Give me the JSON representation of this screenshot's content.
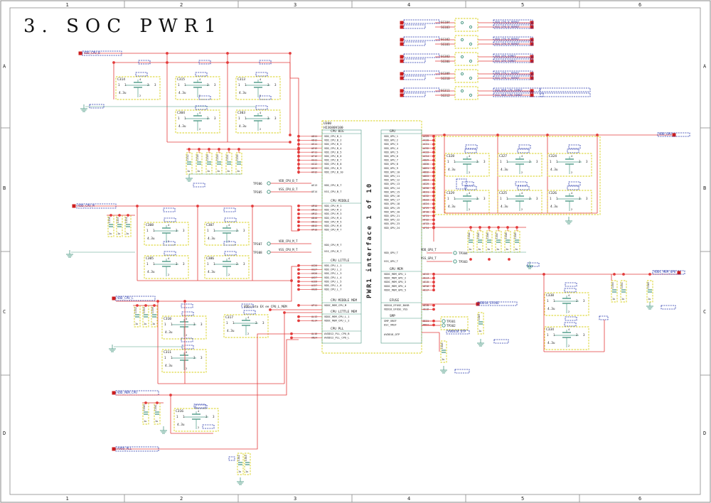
{
  "sheet": {
    "title": "3. SOC PWR1",
    "col_labels": [
      "1",
      "2",
      "3",
      "4",
      "5",
      "6"
    ],
    "row_labels": [
      "A",
      "B",
      "C",
      "D"
    ]
  },
  "colors": {
    "wire": "#e33b3b",
    "part": "#4d9a86",
    "dash": "#d8d21c",
    "net": "#2233aa",
    "text": "#222222",
    "frame": "#8a8a8a"
  },
  "chip": {
    "ref": "U300",
    "part": "HI3680V100",
    "interface": "PWR1 interface 1 of 10",
    "cpu_big_header": "CPU BIG",
    "cpu_big_pins": [
      "VDD_CPU_B_1",
      "VDD_CPU_B_2",
      "VDD_CPU_B_3",
      "VDD_CPU_B_4",
      "VDD_CPU_B_5",
      "VDD_CPU_B_6",
      "VDD_CPU_B_7",
      "VDD_CPU_B_8",
      "VDD_CPU_B_9",
      "VDD_CPU_B_10"
    ],
    "cpu_big_balls": [
      "AD11",
      "AD12",
      "AE11",
      "AE12",
      "AF11",
      "AF12",
      "AG11",
      "AG12",
      "AH11",
      "AH12"
    ],
    "cpu_big_sense": [
      "VDD_CPU_B_T",
      "VSS_CPU_B_T"
    ],
    "cpu_mid_header": "CPU MIDDLE",
    "cpu_mid_pins": [
      "VDD_CPU_M_1",
      "VDD_CPU_M_2",
      "VDD_CPU_M_3",
      "VDD_CPU_M_4",
      "VDD_CPU_M_5",
      "VDD_CPU_M_6",
      "VDD_CPU_M_7"
    ],
    "cpu_mid_balls": [
      "AM10",
      "AM11",
      "AM12",
      "AN10",
      "AN11",
      "AN12",
      "AP10"
    ],
    "cpu_mid_sense": [
      "VDD_CPU_M_T",
      "VSS_CPU_M_T"
    ],
    "cpu_little_header": "CPU LITTLE",
    "cpu_little_pins": [
      "VDD_CPU_L_1",
      "VDD_CPU_L_2",
      "VDD_CPU_L_3",
      "VDD_CPU_L_4",
      "VDD_CPU_L_5",
      "VDD_CPU_L_6",
      "VDD_CPU_L_7"
    ],
    "cpu_little_balls": [
      "AG26",
      "AG27",
      "AH26",
      "AH27",
      "AJ26",
      "AJ27",
      "AK26"
    ],
    "cpu_mid_mem_header": "CPU MIDDLE MEM",
    "cpu_mid_mem_pins": [
      "VDDC_MEM_CPU_M"
    ],
    "cpu_little_mem_header": "CPU LITTLE MEM",
    "cpu_little_mem_pins": [
      "VDDC_MEM_CPU_L_1",
      "VDDC_MEM_CPU_L_2"
    ],
    "cpu_pll_header": "CPU PLL",
    "cpu_pll_pins": [
      "AVDD12_PLL_CPU_B",
      "AVDD12_PLL_CPU_L"
    ],
    "gpu_header": "GPU",
    "gpu_pins": [
      "VDD_GPU_1",
      "VDD_GPU_2",
      "VDD_GPU_3",
      "VDD_GPU_4",
      "VDD_GPU_5",
      "VDD_GPU_6",
      "VDD_GPU_7",
      "VDD_GPU_8",
      "VDD_GPU_9",
      "VDD_GPU_10",
      "VDD_GPU_11",
      "VDD_GPU_12",
      "VDD_GPU_13",
      "VDD_GPU_14",
      "VDD_GPU_15",
      "VDD_GPU_16",
      "VDD_GPU_17",
      "VDD_GPU_18",
      "VDD_GPU_19",
      "VDD_GPU_20",
      "VDD_GPU_21",
      "VDD_GPU_22",
      "VDD_GPU_23",
      "VDD_GPU_24"
    ],
    "gpu_balls": [
      "AC29",
      "AC30",
      "AC31",
      "AC32",
      "AC33",
      "AC34",
      "AD29",
      "AD30",
      "AD31",
      "AD32",
      "AD33",
      "AD34",
      "AE29",
      "AE30",
      "AE31",
      "AE32",
      "AE33",
      "AE34",
      "AF29",
      "AF30",
      "AF31",
      "AF32",
      "AF33",
      "AF34"
    ],
    "gpu_sense": [
      "VDD_GPU_T",
      "VSS_GPU_T"
    ],
    "gpu_mem_header": "GPU MEM",
    "gpu_mem_pins": [
      "VDDC_MEM_GPU_1",
      "VDDC_MEM_GPU_2",
      "VDDC_MEM_GPU_3",
      "VDDC_MEM_GPU_4",
      "VDDC_MEM_GPU_5"
    ],
    "efuse_header": "EFUSE",
    "efuse_pins": [
      "VDD18_EFUSE_BUSB",
      "VDD18_EFUSE_VSS"
    ],
    "smp_header": "SMP",
    "smp_pins": [
      "SMP_VREF",
      "OSC_VREF"
    ],
    "otp_pins": [
      "AVDD18_OTP"
    ]
  },
  "decoupling_caps": [
    {
      "ref": "C314",
      "value": "4.3u"
    },
    {
      "ref": "C315",
      "value": "4.3u"
    },
    {
      "ref": "C313",
      "value": "4.3u"
    },
    {
      "ref": "C304",
      "value": "4.3u"
    },
    {
      "ref": "C303",
      "value": "4.3u"
    },
    {
      "ref": "C308",
      "value": "4.3u"
    },
    {
      "ref": "C307",
      "value": "4.3u"
    },
    {
      "ref": "C305",
      "value": "4.3u"
    },
    {
      "ref": "C306",
      "value": "4.3u"
    },
    {
      "ref": "C310",
      "value": "4.3u"
    },
    {
      "ref": "C317",
      "value": "4.3u"
    },
    {
      "ref": "C311",
      "value": "4.3u"
    },
    {
      "ref": "C316",
      "value": "4.3u"
    },
    {
      "ref": "C328",
      "value": "4.3u"
    },
    {
      "ref": "C327",
      "value": "4.3u"
    },
    {
      "ref": "C324",
      "value": "4.3u"
    },
    {
      "ref": "C329",
      "value": "4.3u"
    },
    {
      "ref": "C325",
      "value": "4.3u"
    },
    {
      "ref": "C326",
      "value": "4.3u"
    },
    {
      "ref": "C338",
      "value": "4.3u"
    },
    {
      "ref": "C334",
      "value": "4.3u"
    }
  ],
  "small_cap_value": "1u",
  "small_cap_refs": [
    "C312",
    "C318",
    "C319",
    "C320",
    "C321",
    "C335",
    "C336",
    "C337",
    "C331",
    "C332",
    "C333",
    "C339",
    "C340",
    "C341",
    "C342",
    "C343",
    "C344",
    "C345",
    "C346",
    "C347",
    "C348",
    "C349",
    "C350",
    "C351"
  ],
  "test_points": [
    "TP306",
    "TP305",
    "TP307",
    "TP308",
    "TP304",
    "TP303",
    "TP301",
    "TP302"
  ],
  "sense_groups": [
    {
      "sg": "SG104",
      "sg2": "SG103",
      "label_top": "VDD_CPU_B_REMOT",
      "label_bot": "VSS_CPU_B_REMOT"
    },
    {
      "sg": "SG102",
      "sg2": "SG101",
      "label_top": "VDD_CPU_M_REMOT",
      "label_bot": "VSS_CPU_M_REMOT"
    },
    {
      "sg": "SG303",
      "sg2": "SG306",
      "label_top": "VDD_GPU_REMOT",
      "label_bot": "VSS_GPU_REMOT"
    },
    {
      "sg": "SG309",
      "sg2": "SG310",
      "label_top": "VDD_CPU_L_REMOT",
      "label_bot": "VSS_CPU_L_REMOT"
    },
    {
      "sg": "SG311",
      "sg2": "SG312",
      "label_top": "VDD_MEM_CPU_REMOT",
      "label_bot": "VSS_MEM_CPU_REMOT"
    }
  ],
  "mem_cpu_net": "VDDsrata EX ee CPU_L_MEM"
}
